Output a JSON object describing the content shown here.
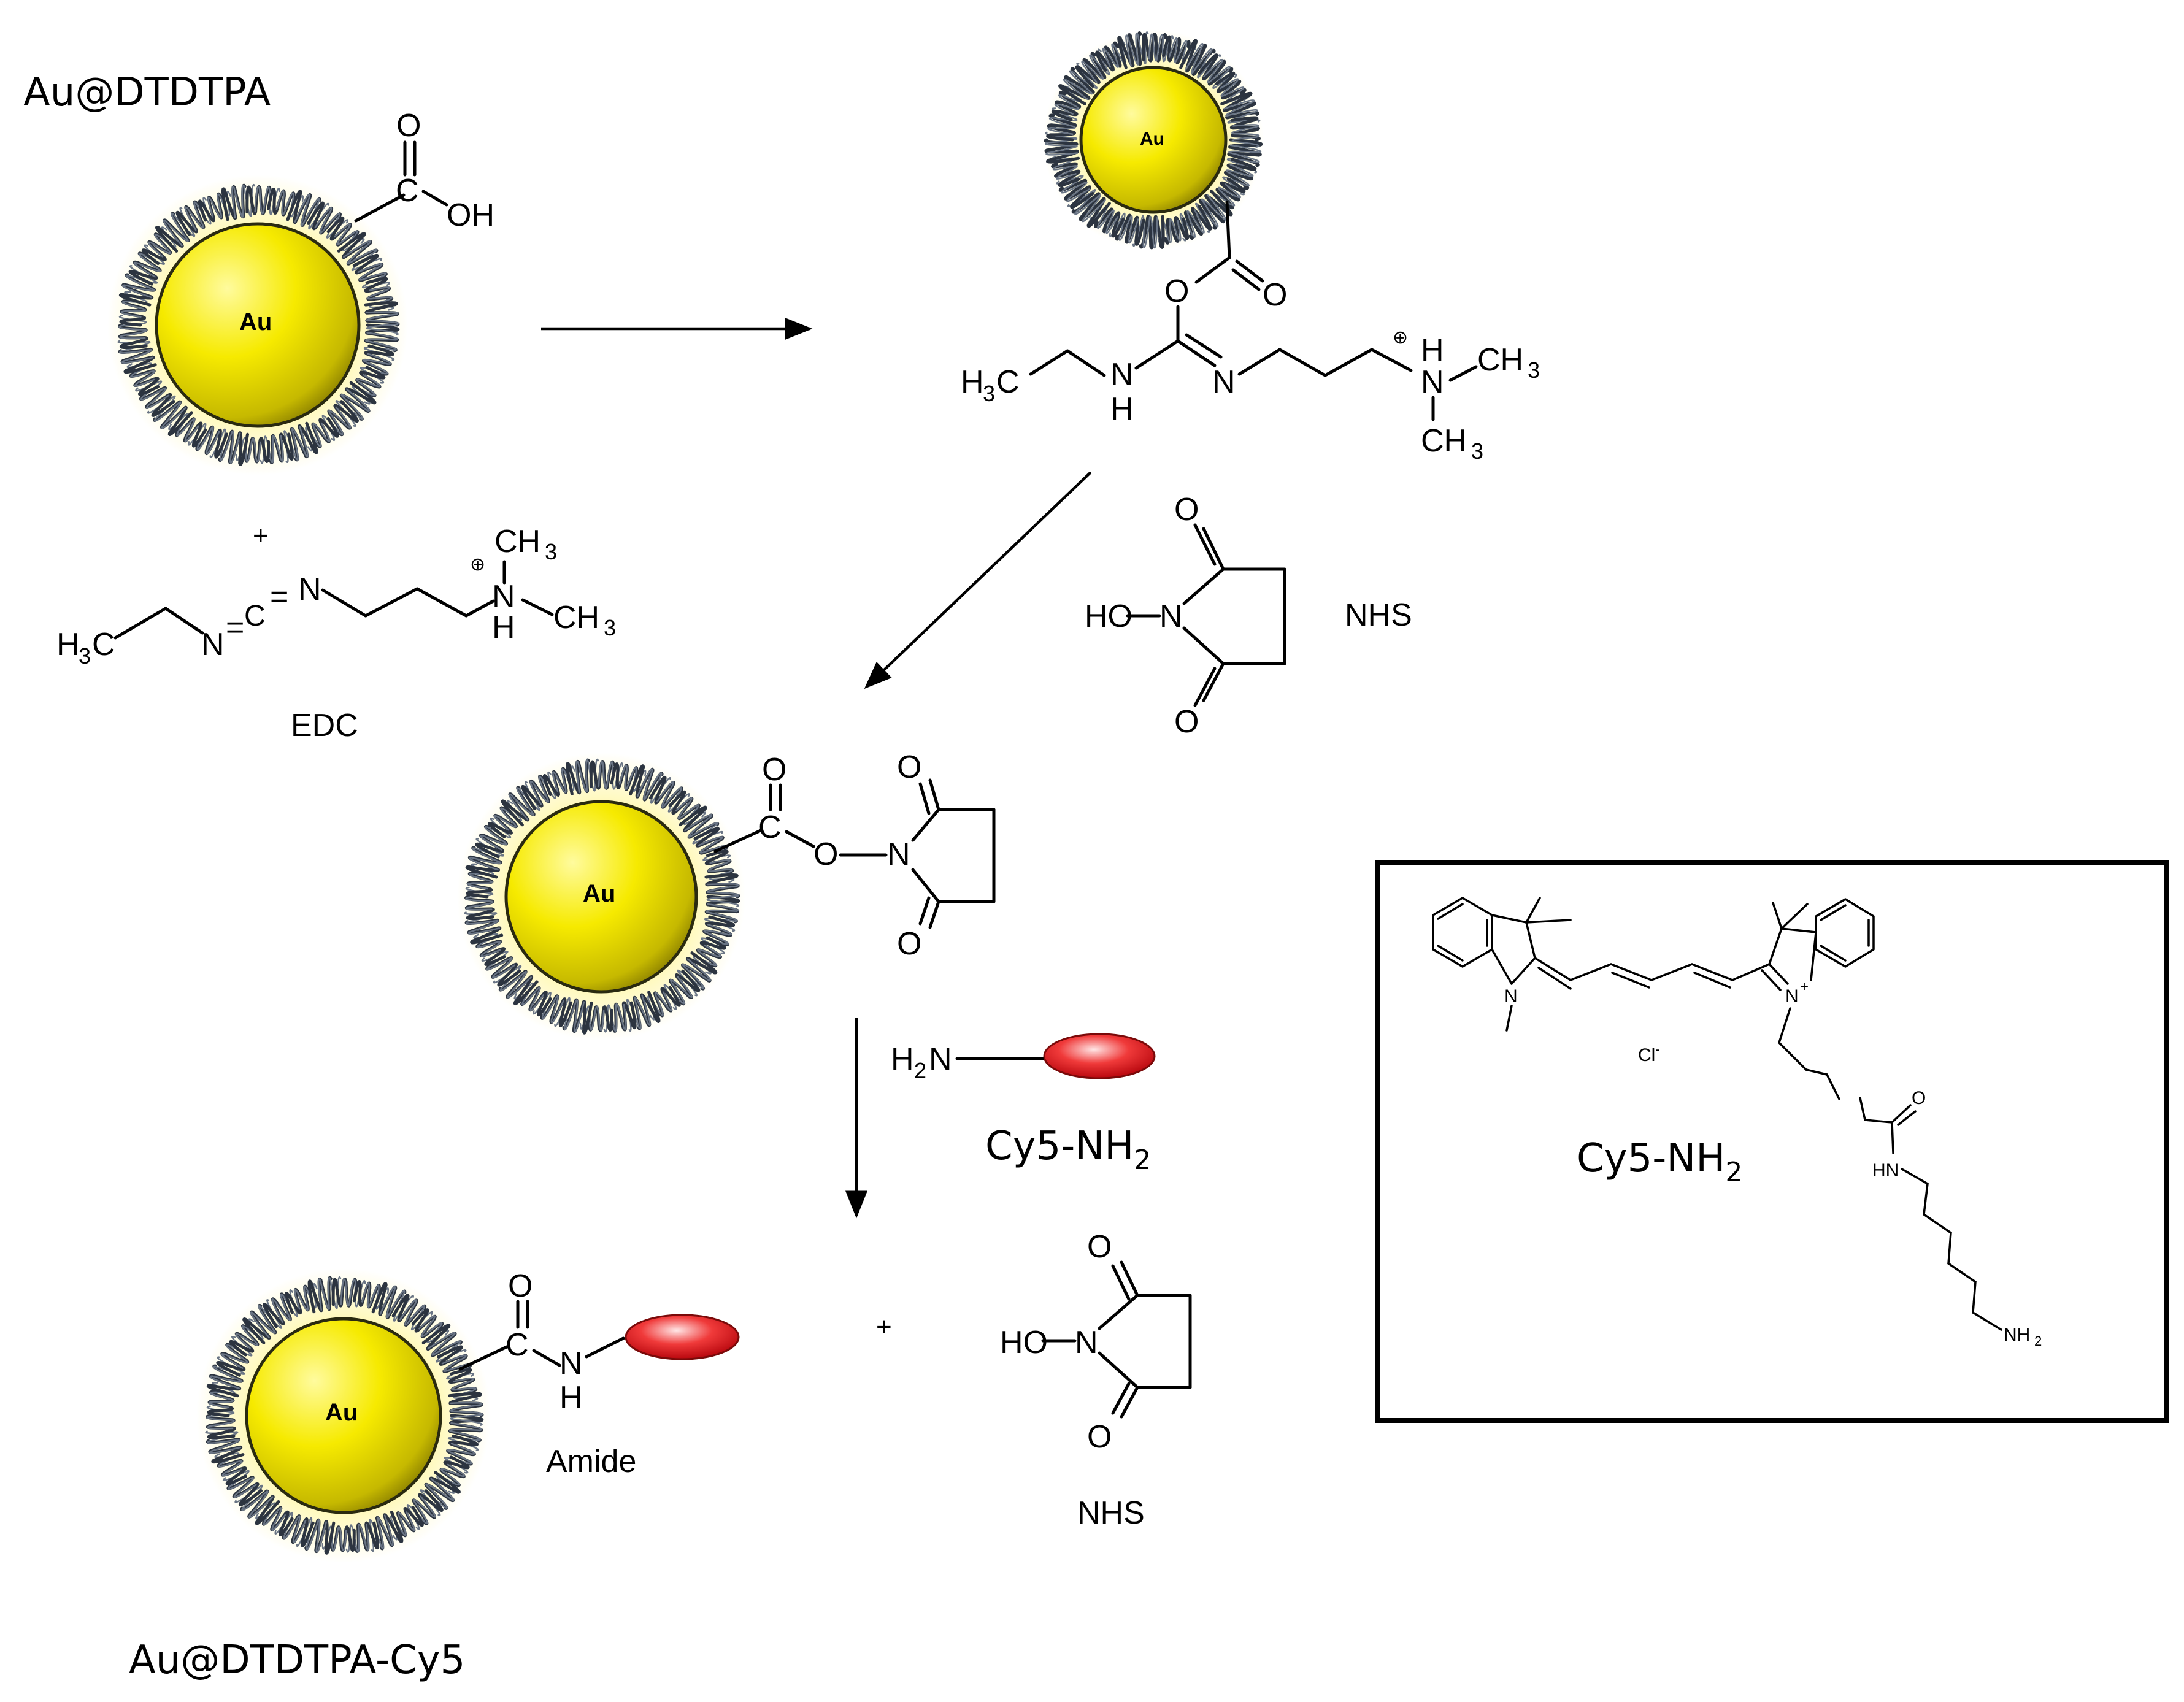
{
  "labels": {
    "start_material": "Au@DTDTPA",
    "final_product": "Au@DTDTPA-Cy5",
    "edc": "EDC",
    "nhs_reagent": "NHS",
    "nhs_byproduct": "NHS",
    "cy5_reagent": "Cy5-NH",
    "cy5_box": "Cy5-NH",
    "subscript_2": "2",
    "amide": "Amide",
    "plus": "+",
    "au": "Au",
    "chloride": "Cl"
  },
  "atoms": {
    "O": "O",
    "OH": "OH",
    "N": "N",
    "H": "H",
    "C": "C",
    "CH": "CH",
    "H3": "3",
    "HO": "HO",
    "H2N": "H",
    "HN": "HN",
    "NH": "NH",
    "plus_charge": "+",
    "minus_charge": "-",
    "oplus": "⊕",
    "eq": "="
  },
  "colors": {
    "gold_light": "#fff88a",
    "gold_mid": "#f2e600",
    "gold_dark": "#9a8f00",
    "glow": "#fff6a0",
    "dye_red": "#e8141e",
    "ligand": "#2c3440"
  }
}
